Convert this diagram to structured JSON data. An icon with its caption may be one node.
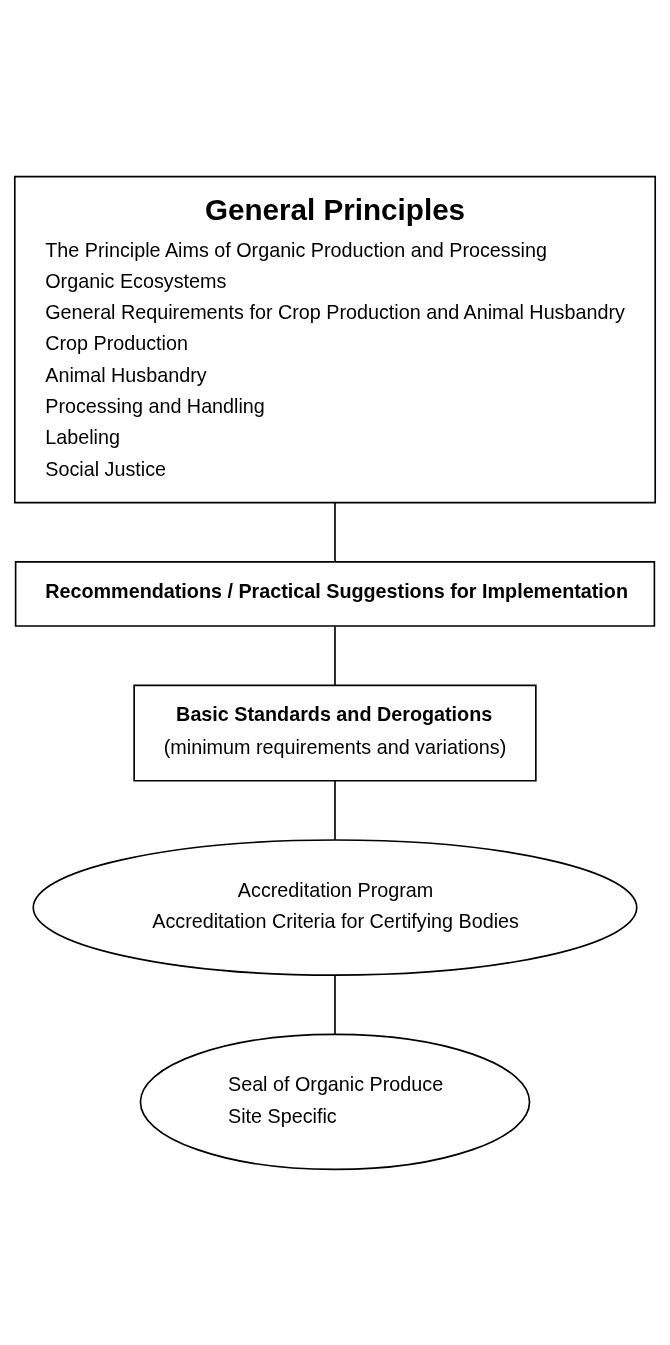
{
  "diagram": {
    "nodes": [
      {
        "text": [
          "General Principles",
          "The Principle Aims of Organic Production and Processing",
          "Organic Ecosystems",
          "General Requirements for Crop Production and Animal Husbandry",
          "Crop Production",
          "Animal Husbandry",
          "Processing and Handling",
          "Labeling",
          "Social Justice"
        ]
      },
      {
        "text": [
          "Recommendations / Practical Suggestions for Implementation"
        ]
      },
      {
        "text": [
          "Basic Standards and Derogations",
          "(minimum requirements and variations)"
        ]
      },
      {
        "text": [
          "Accreditation Program",
          "Accreditation Criteria for Certifying Bodies"
        ]
      },
      {
        "text": [
          "Seal of Organic Produce",
          "Site Specific"
        ]
      }
    ],
    "edges": [
      {
        "from": 0,
        "to": 1,
        "arrow": "none"
      },
      {
        "from": 1,
        "to": 2,
        "arrow": "none"
      },
      {
        "from": 2,
        "to": 3,
        "arrow": "none"
      },
      {
        "from": 3,
        "to": 4,
        "arrow": "none"
      }
    ]
  }
}
